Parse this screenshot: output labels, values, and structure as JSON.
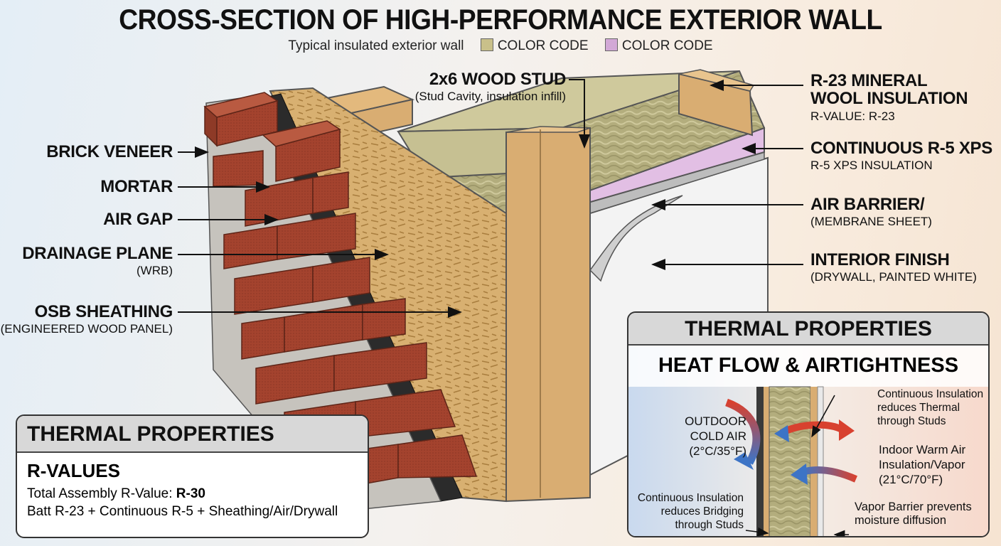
{
  "title": "CROSS-SECTION OF HIGH-PERFORMANCE EXTERIOR WALL",
  "subtitle": "Typical insulated exterior wall",
  "color_code": [
    {
      "label": "COLOR CODE",
      "color": "#c9c08a"
    },
    {
      "label": "COLOR CODE",
      "color": "#d2a8d6"
    }
  ],
  "labels_left": [
    {
      "title": "BRICK VENEER",
      "sub": ""
    },
    {
      "title": "MORTAR",
      "sub": ""
    },
    {
      "title": "AIR GAP",
      "sub": ""
    },
    {
      "title": "DRAINAGE PLANE",
      "sub": "(WRB)"
    },
    {
      "title": "OSB SHEATHING",
      "sub": "(ENGINEERED WOOD PANEL)"
    }
  ],
  "stud_label": {
    "title": "2x6 WOOD STUD",
    "sub": "(Stud Cavity, insulation infill)"
  },
  "labels_right": [
    {
      "title": "R-23 MINERAL WOOL INSULATION",
      "sub": "R-VALUE: R-23"
    },
    {
      "title": "CONTINUOUS R-5 XPS",
      "sub": "R-5 XPS INSULATION"
    },
    {
      "title": "AIR BARRIER/",
      "sub": "(MEMBRANE SHEET)"
    },
    {
      "title": "INTERIOR FINISH",
      "sub": "(DRYWALL, PAINTED WHITE)"
    }
  ],
  "rvalues_panel": {
    "header": "THERMAL PROPERTIES",
    "heading": "R-VALUES",
    "total_prefix": "Total Assembly R-Value: ",
    "total_value": "R-30",
    "breakdown": "Batt R-23 + Continuous R-5 + Sheathing/Air/Drywall"
  },
  "heat_panel": {
    "header": "THERMAL PROPERTIES",
    "heading": "HEAT FLOW & AIRTIGHTNESS",
    "outdoor": [
      "OUTDOOR",
      "COLD AIR",
      "(2°C/35°F)"
    ],
    "note_top_right": [
      "Continuous Insulation",
      "reduces Thermal",
      "through Studs"
    ],
    "indoor": [
      "Indoor Warm Air",
      "Insulation/Vapor",
      "(21°C/70°F)"
    ],
    "note_bottom_left": [
      "Continuous Insulation",
      "reduces Bridging",
      "through Studs"
    ],
    "note_bottom_right": [
      "Vapor Barrier prevents",
      "moisture diffusion"
    ]
  },
  "colors": {
    "brick": "#a4432e",
    "mortar": "#c6c3bd",
    "wrb": "#2b2b2b",
    "osb": "#d6ad6c",
    "mineral_wool": "#b3ad7d",
    "stud": "#d9ad72",
    "xps": "#d4a7d7",
    "membrane": "#b9b9b9",
    "drywall": "#f2f2f2",
    "cold": "#3d74c6",
    "warm": "#d8412f"
  }
}
